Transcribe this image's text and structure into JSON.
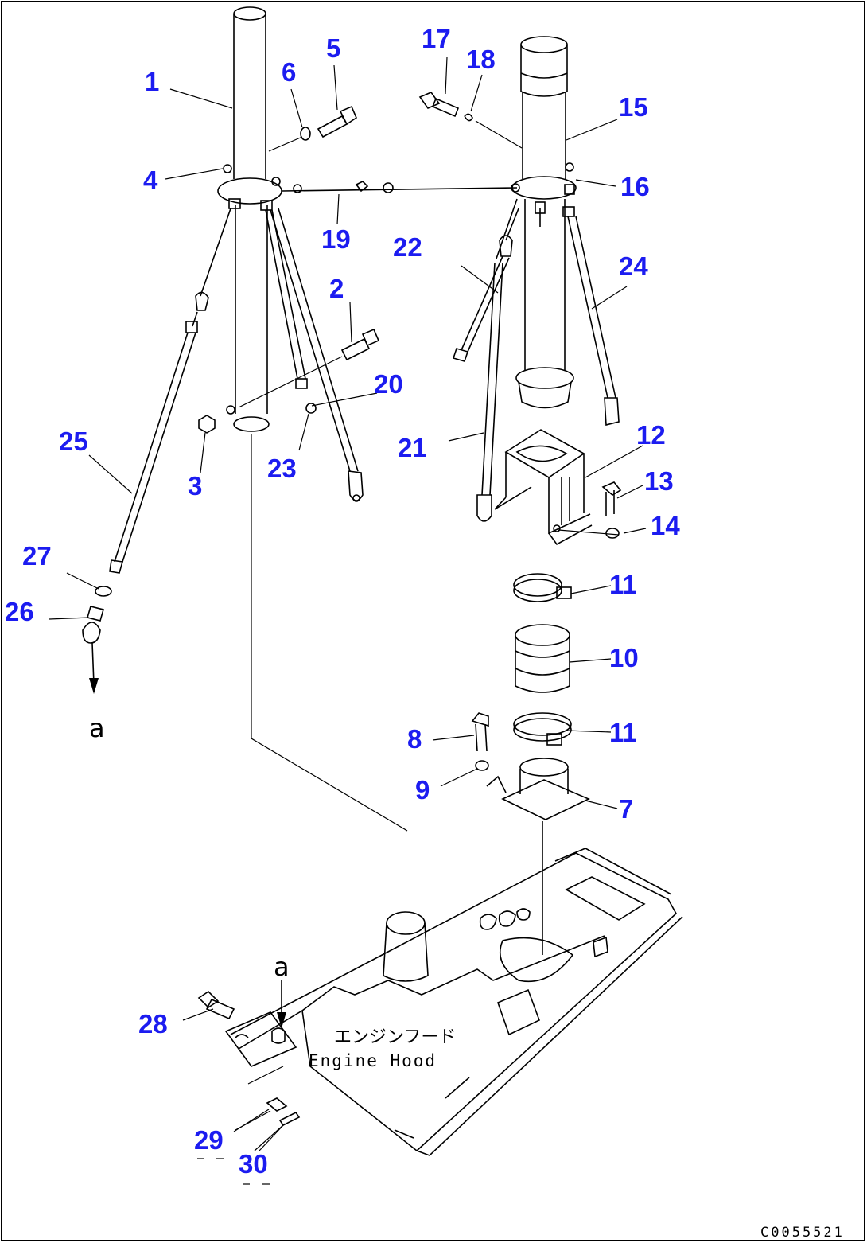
{
  "diagram": {
    "part_numbers": [
      "1",
      "2",
      "3",
      "4",
      "5",
      "6",
      "7",
      "8",
      "9",
      "10",
      "11",
      "11",
      "12",
      "13",
      "14",
      "15",
      "16",
      "17",
      "18",
      "19",
      "20",
      "21",
      "22",
      "23",
      "24",
      "25",
      "26",
      "27",
      "28",
      "29",
      "30"
    ],
    "connector_labels": [
      "a",
      "a"
    ],
    "hood_label_jp": "エンジンフード",
    "hood_label_en": "Engine Hood",
    "drawing_code": "C0055521",
    "number_color": "#1c1cf0"
  }
}
